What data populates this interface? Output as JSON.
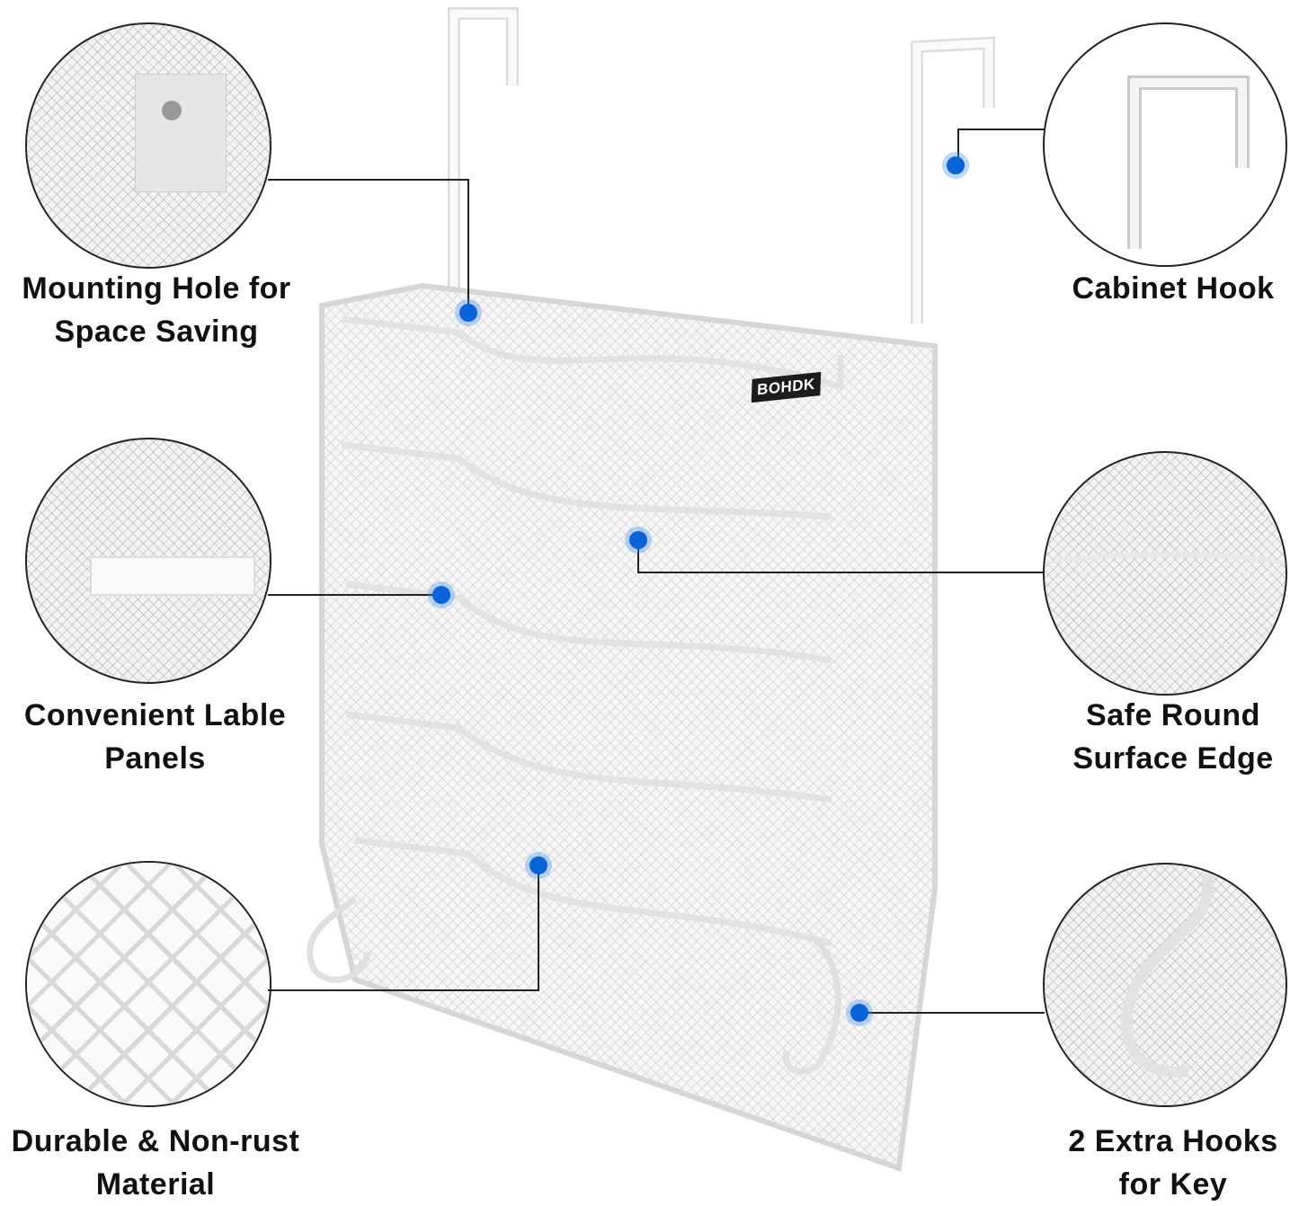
{
  "product": {
    "name": "Over-the-door mesh wall file organizer",
    "brand": "BOHDK",
    "accent_color": "#0b63d9"
  },
  "features": [
    {
      "id": "mounting-hole",
      "line1": "Mounting Hole for",
      "line2": "Space Saving",
      "position": "top-left"
    },
    {
      "id": "cabinet-hook",
      "line1": "Cabinet Hook",
      "line2": "",
      "position": "top-right"
    },
    {
      "id": "label-panels",
      "line1": "Convenient Lable",
      "line2": "Panels",
      "position": "middle-left"
    },
    {
      "id": "round-edge",
      "line1": "Safe Round",
      "line2": "Surface Edge",
      "position": "middle-right"
    },
    {
      "id": "material",
      "line1": "Durable & Non-rust",
      "line2": "Material",
      "position": "bottom-left"
    },
    {
      "id": "extra-hooks",
      "line1": "2 Extra Hooks",
      "line2": "for Key",
      "position": "bottom-right"
    }
  ]
}
